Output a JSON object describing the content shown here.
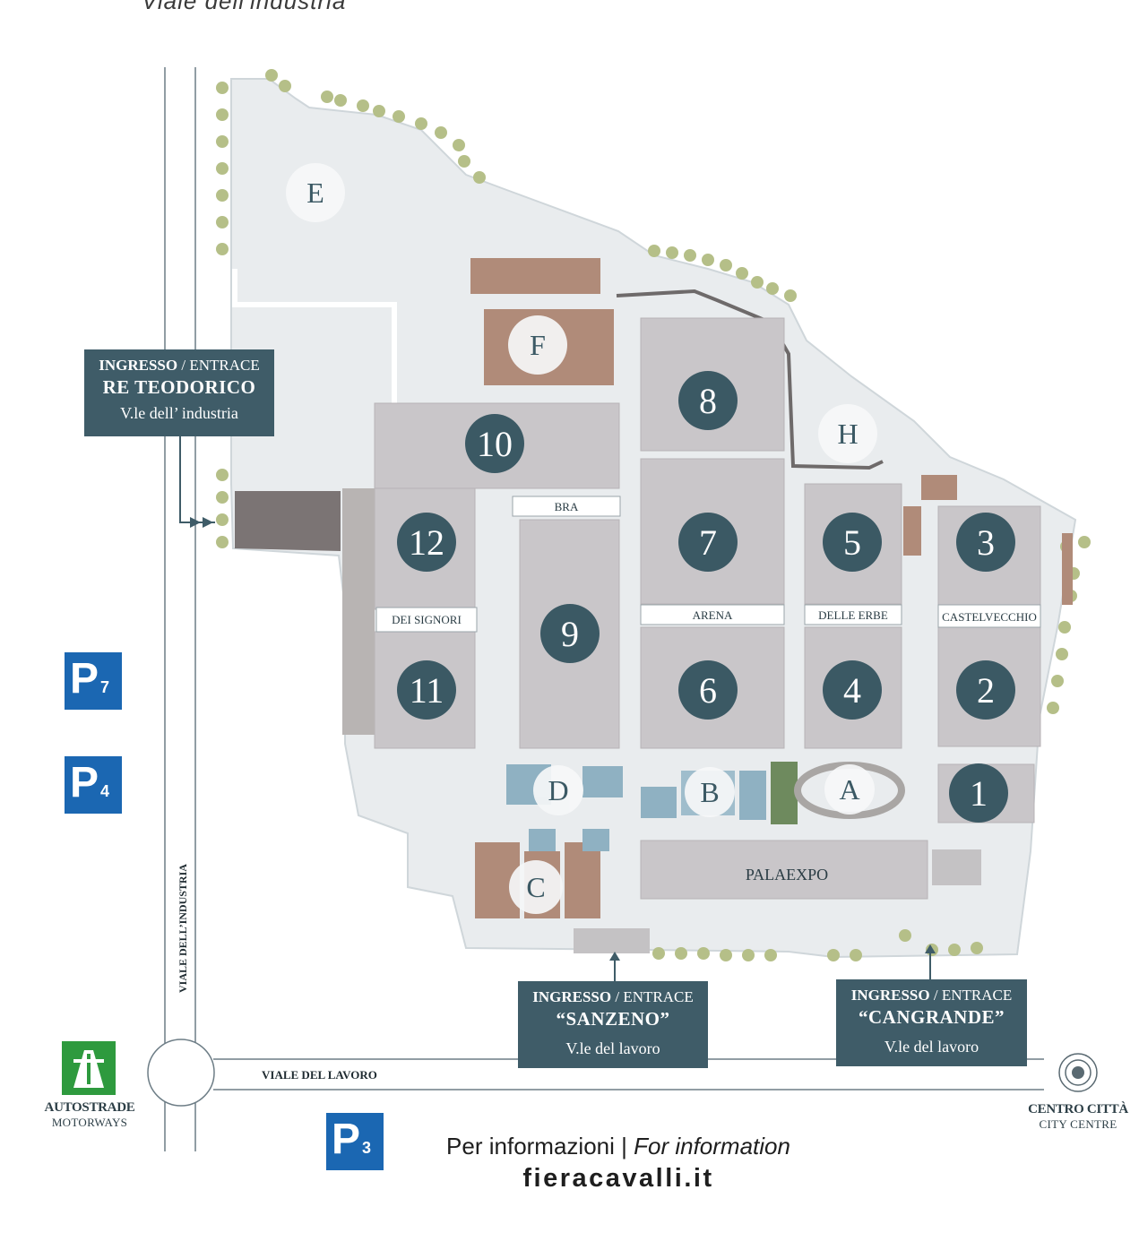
{
  "top_cut_text": "Viale dell'industria",
  "halls": [
    {
      "id": "h8",
      "number": "8"
    },
    {
      "id": "h10",
      "number": "10"
    },
    {
      "id": "h12",
      "number": "12"
    },
    {
      "id": "h11",
      "number": "11"
    },
    {
      "id": "h9",
      "number": "9"
    },
    {
      "id": "h7",
      "number": "7"
    },
    {
      "id": "h6",
      "number": "6"
    },
    {
      "id": "h5",
      "number": "5"
    },
    {
      "id": "h4",
      "number": "4"
    },
    {
      "id": "h3",
      "number": "3"
    },
    {
      "id": "h2",
      "number": "2"
    },
    {
      "id": "h1",
      "number": "1"
    }
  ],
  "areas": [
    {
      "id": "E",
      "letter": "E"
    },
    {
      "id": "F",
      "letter": "F"
    },
    {
      "id": "H",
      "letter": "H"
    },
    {
      "id": "D",
      "letter": "D"
    },
    {
      "id": "B",
      "letter": "B"
    },
    {
      "id": "A",
      "letter": "A"
    },
    {
      "id": "C",
      "letter": "C"
    }
  ],
  "galleries": {
    "bra": "BRA",
    "dei_signori": "DEI SIGNORI",
    "arena": "ARENA",
    "delle_erbe": "DELLE ERBE",
    "castelvecchio": "CASTELVECCHIO",
    "palaexpo": "PALAEXPO"
  },
  "entrances": {
    "re_teodorico": {
      "label_bold": "INGRESSO",
      "label_rest": "/ ENTRACE",
      "name": "RE TEODORICO",
      "street": "V.le dell’ industria"
    },
    "sanzeno": {
      "label_bold": "INGRESSO",
      "label_rest": "/ ENTRACE",
      "name": "“SANZENO”",
      "street": "V.le del lavoro"
    },
    "cangrande": {
      "label_bold": "INGRESSO",
      "label_rest": "/ ENTRACE",
      "name": "“CANGRANDE”",
      "street": "V.le del lavoro"
    }
  },
  "roads": {
    "viale_industria": "VIALE DELL’INDUSTRIA",
    "viale_lavoro": "VIALE DEL LAVORO"
  },
  "parking": [
    {
      "id": "p7",
      "letter": "P",
      "number": "7"
    },
    {
      "id": "p4",
      "letter": "P",
      "number": "4"
    },
    {
      "id": "p3",
      "letter": "P",
      "number": "3"
    }
  ],
  "motorways": {
    "line1": "AUTOSTRADE",
    "line2": "MOTORWAYS"
  },
  "city_centre": {
    "line1": "CENTRO CITTÀ",
    "line2": "CITY CENTRE"
  },
  "info": {
    "text_it": "Per informazioni | ",
    "text_en": "For information",
    "website": "fieracavalli.it"
  },
  "colors": {
    "entrance_box": "#3f5c68",
    "hall_circle": "#3b5964",
    "parking": "#1b67b2",
    "motorway": "#2e9a3e",
    "hall_roof": "#c9c6c9",
    "ground": "#e9ecee"
  }
}
